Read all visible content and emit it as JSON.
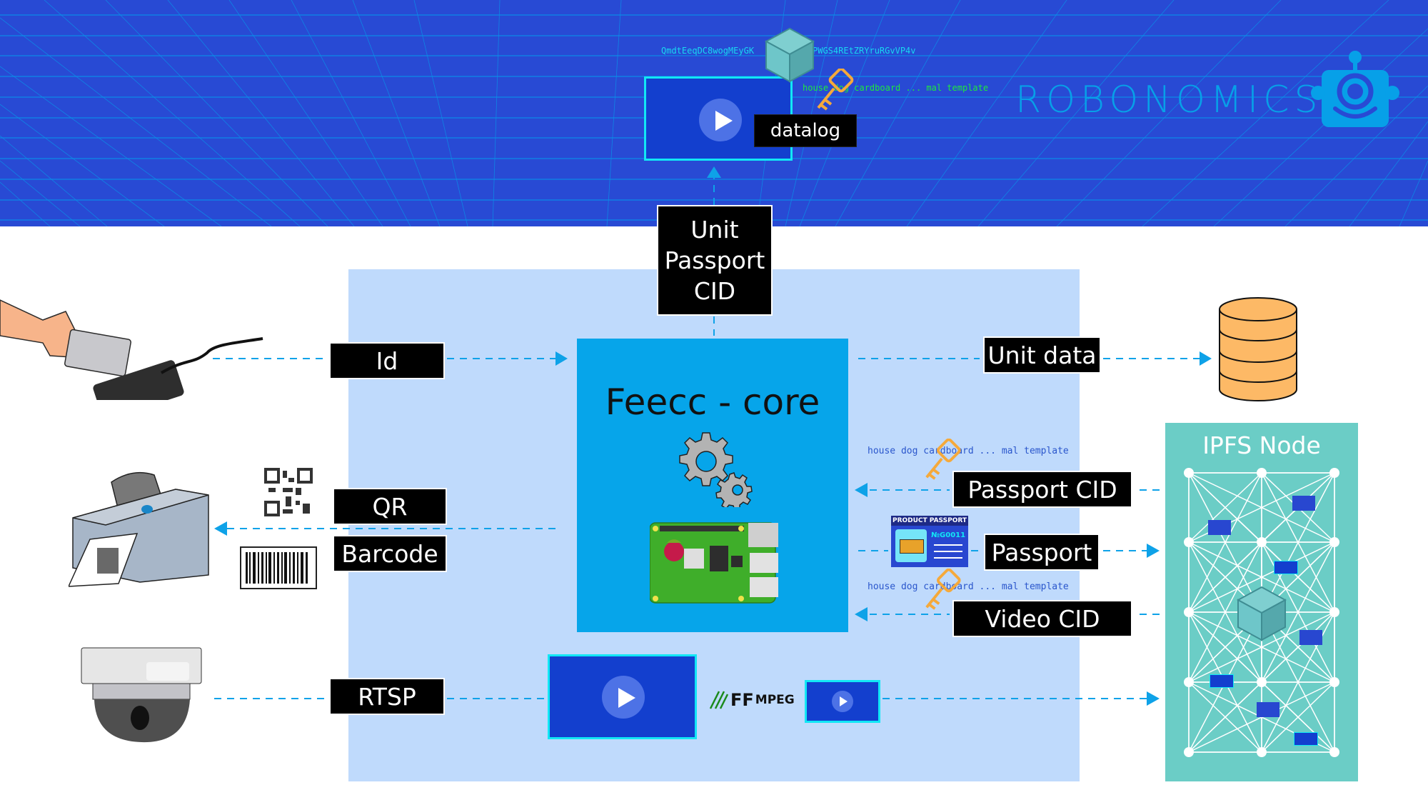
{
  "banner": {
    "cid_hash_left": "QmdtEeqDC8wogMEyGK",
    "cid_hash_right": "PWGS4REtZRYruRGvVP4v",
    "mnemonic_green": "house dog cardboard ... mal template",
    "datalog_label": "datalog",
    "brand_name": "ROBONOMICS",
    "colors": {
      "background": "#284ad4",
      "grid": "#0b8fe8",
      "brand": "#07a0e8"
    }
  },
  "core": {
    "title": "Feecc - core",
    "color": "#06a5ea"
  },
  "labels": {
    "unit_passport_cid": [
      "Unit",
      "Passport",
      "CID"
    ],
    "id": "Id",
    "qr": "QR",
    "barcode": "Barcode",
    "rtsp": "RTSP",
    "unit_data": "Unit data",
    "passport_cid": "Passport CID",
    "passport": "Passport",
    "video_cid": "Video CID"
  },
  "mnemonics": {
    "passport_cid_key": "house dog cardboard ... mal template",
    "video_cid_key": "house dog cardboard ... mal template"
  },
  "passport_card": {
    "header": "PRODUCT PASSPORT",
    "number": "№G0011"
  },
  "ffmpeg": {
    "ff": "FF",
    "mpeg": "MPEG"
  },
  "ipfs": {
    "title": "IPFS Node",
    "color": "#6bcdc6"
  },
  "panel": {
    "color": "#bfdafc"
  },
  "arrow_color": "#0ea2e8"
}
